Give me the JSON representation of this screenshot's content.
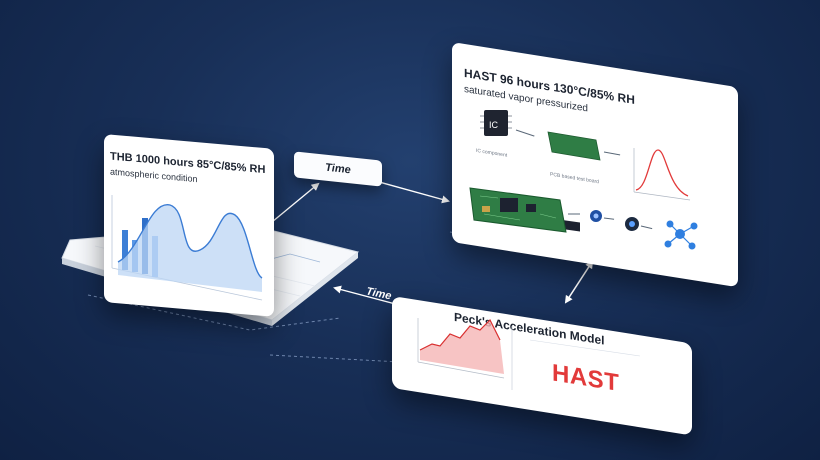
{
  "thb": {
    "title": "THB 1000 hours 85°C/85% RH",
    "subtitle": "atmospheric condition"
  },
  "hast_card": {
    "title": "HAST 96 hours 130°C/85% RH",
    "subtitle": "saturated vapor pressurized",
    "ic_label": "IC",
    "ic_caption": "IC component",
    "pcb_caption": "PCB based test board"
  },
  "peck": {
    "title": "Peck's Acceleration Model",
    "hast_word": "HAST"
  },
  "arrows": {
    "time_upper": "Time",
    "time_lower": "Time"
  },
  "colors": {
    "background": "#182f57",
    "bar_blue": "#4a90e2",
    "curve_red": "#e23a3a",
    "pcb_green": "#2f7d45",
    "node_blue": "#2f7fe0"
  }
}
